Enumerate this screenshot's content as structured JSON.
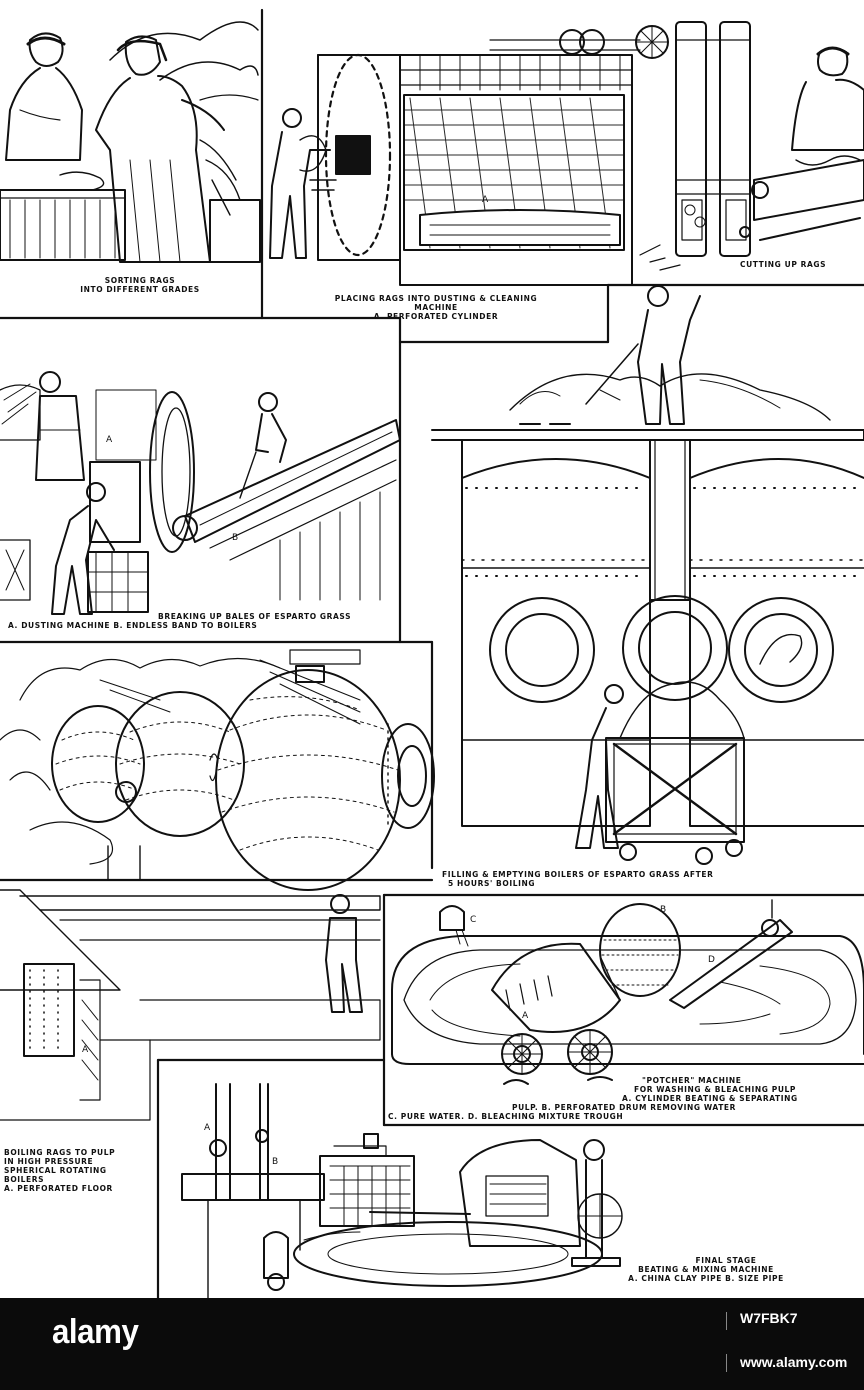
{
  "panels": {
    "sorting": {
      "caption_1": "Sorting rags",
      "caption_2": "into different grades"
    },
    "dusting": {
      "caption_1": "Placing rags into dusting & cleaning",
      "caption_2": "machine",
      "caption_3": "A. Perforated cylinder",
      "label_a": "A"
    },
    "cutting": {
      "caption_1": "Cutting up rags"
    },
    "esparto": {
      "caption_1": "Breaking up bales of esparto grass",
      "caption_2": "A. Dusting machine  B. Endless band to boilers",
      "label_a": "A",
      "label_b": "B"
    },
    "boilers": {
      "caption_1": "Filling & emptying boilers of esparto grass after",
      "caption_2": "5 hours' boiling"
    },
    "spherical": {
      "caption_1": "Boiling rags to pulp",
      "caption_2": "in high pressure",
      "caption_3": "spherical rotating",
      "caption_4": "boilers",
      "caption_5": "A. Perforated floor",
      "label_a": "A"
    },
    "potcher": {
      "caption_1": "\"Potcher\" machine",
      "caption_2": "for washing & bleaching pulp",
      "caption_3": "A. Cylinder beating & separating",
      "caption_4": "pulp. B. Perforated drum removing water",
      "caption_5": "C. Pure water. D. Bleaching mixture trough",
      "label_a": "A",
      "label_b": "B",
      "label_c": "C",
      "label_d": "D"
    },
    "final": {
      "caption_1": "Final stage",
      "caption_2": "beating & mixing machine",
      "caption_3": "A. China clay pipe  B. Size pipe",
      "label_a": "A",
      "label_b": "B"
    }
  },
  "watermark": {
    "logo": "alamy",
    "image_id": "W7FBK7",
    "url": "www.alamy.com"
  },
  "colors": {
    "ink": "#111111",
    "paper": "#ffffff",
    "footer": "#0b0b0b"
  }
}
